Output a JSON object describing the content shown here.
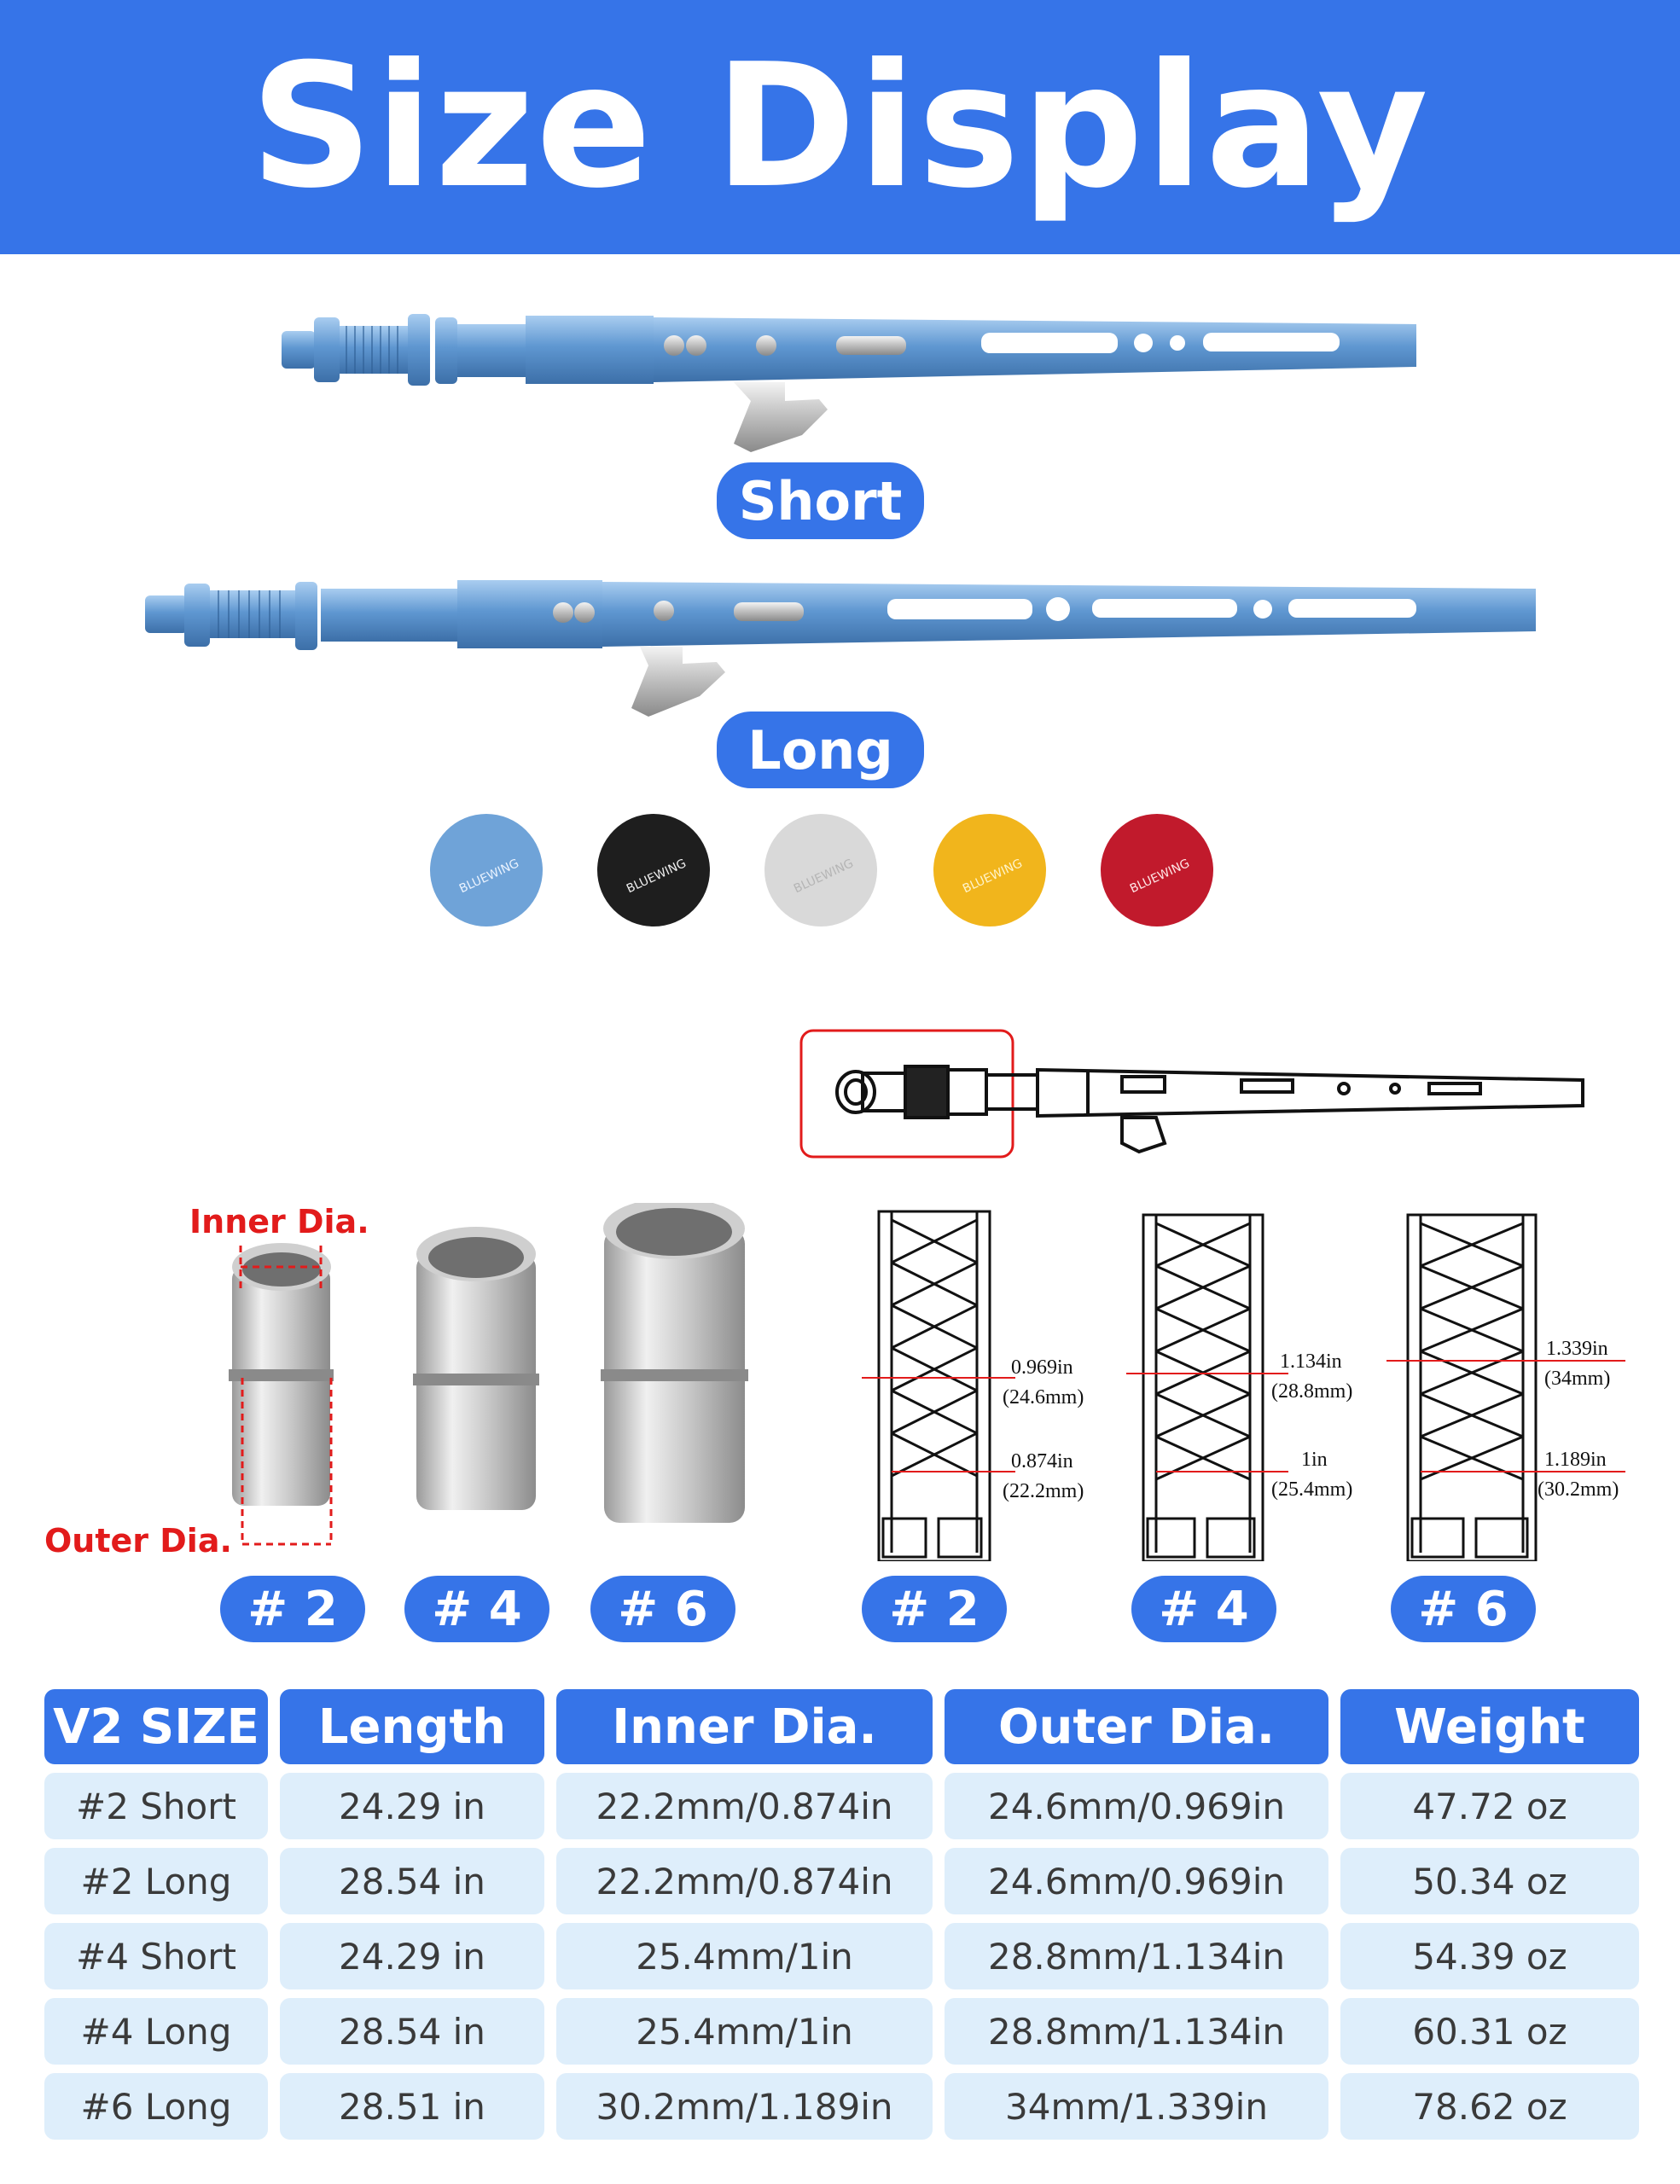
{
  "header": {
    "title": "Size Display"
  },
  "variants": {
    "short_label": "Short",
    "long_label": "Long"
  },
  "colors": {
    "accent": "#3674e8",
    "swatches": [
      {
        "name": "blue",
        "hex": "#6fa3d8",
        "logo_text": "BLUEWING"
      },
      {
        "name": "black",
        "hex": "#1e1e1e",
        "logo_text": "BLUEWING"
      },
      {
        "name": "silver",
        "hex": "#d9d9d9",
        "logo_text": "BLUEWING"
      },
      {
        "name": "gold",
        "hex": "#f1b51c",
        "logo_text": "BLUEWING"
      },
      {
        "name": "red",
        "hex": "#c11a2c",
        "logo_text": "BLUEWING"
      }
    ]
  },
  "sleeves": {
    "inner_label": "Inner Dia.",
    "outer_label": "Outer Dia.",
    "sizes": [
      "# 2",
      "# 4",
      "# 6"
    ]
  },
  "diagrams": {
    "sizes": [
      "# 2",
      "# 4",
      "# 6"
    ],
    "dims": [
      {
        "outer_in": "0.969in",
        "outer_mm": "(24.6mm)",
        "inner_in": "0.874in",
        "inner_mm": "(22.2mm)"
      },
      {
        "outer_in": "1.134in",
        "outer_mm": "(28.8mm)",
        "inner_in": "1in",
        "inner_mm": "(25.4mm)"
      },
      {
        "outer_in": "1.339in",
        "outer_mm": "(34mm)",
        "inner_in": "1.189in",
        "inner_mm": "(30.2mm)"
      }
    ]
  },
  "table": {
    "headers": [
      "V2 SIZE",
      "Length",
      "Inner Dia.",
      "Outer Dia.",
      "Weight"
    ],
    "rows": [
      [
        "#2 Short",
        "24.29 in",
        "22.2mm/0.874in",
        "24.6mm/0.969in",
        "47.72 oz"
      ],
      [
        "#2 Long",
        "28.54 in",
        "22.2mm/0.874in",
        "24.6mm/0.969in",
        "50.34 oz"
      ],
      [
        "#4 Short",
        "24.29 in",
        "25.4mm/1in",
        "28.8mm/1.134in",
        "54.39 oz"
      ],
      [
        "#4 Long",
        "28.54 in",
        "25.4mm/1in",
        "28.8mm/1.134in",
        "60.31 oz"
      ],
      [
        "#6 Long",
        "28.51  in",
        "30.2mm/1.189in",
        "34mm/1.339in",
        "78.62 oz"
      ]
    ]
  }
}
